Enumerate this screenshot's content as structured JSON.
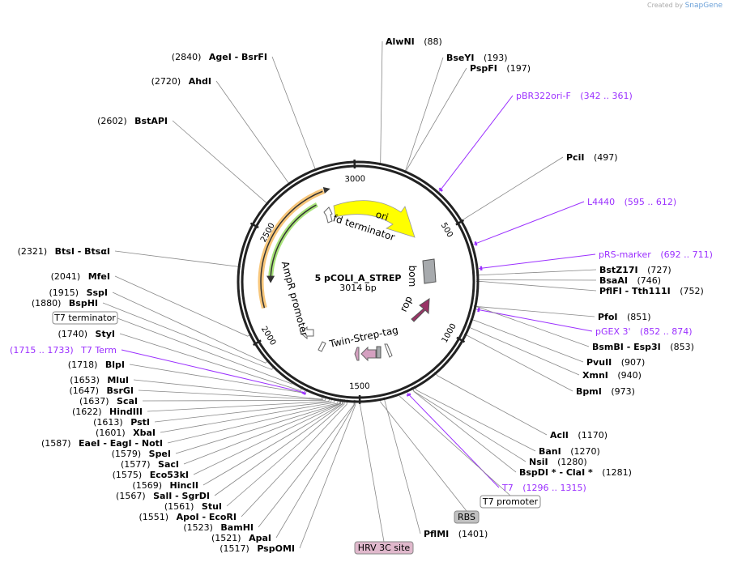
{
  "credit": {
    "prefix": "Created by",
    "brand": "SnapGene"
  },
  "plasmid": {
    "name": "5 pCOLI_A_STREP",
    "length_label": "3014 bp",
    "length": 3014
  },
  "ticks": [
    "500",
    "1000",
    "1500",
    "2000",
    "2500",
    "3000"
  ],
  "colors": {
    "ori": "#ffff00",
    "ampr": "#f7c67a",
    "ampr_inner": "#a8e37a",
    "bom": "#a7aaad",
    "rop": "#993366",
    "primer": "#9b30ff",
    "strep": "#d4a0c0"
  },
  "features": [
    {
      "name": "ori",
      "type": "rep_origin"
    },
    {
      "name": "fd terminator",
      "type": "terminator"
    },
    {
      "name": "AmpR promoter",
      "type": "promoter"
    },
    {
      "name": "bom",
      "type": "misc"
    },
    {
      "name": "rop",
      "type": "CDS"
    },
    {
      "name": "Twin-Strep-tag",
      "type": "tag"
    }
  ],
  "boxed_features": [
    {
      "name": "T7 terminator"
    },
    {
      "name": "T7 promoter"
    },
    {
      "name": "RBS"
    },
    {
      "name": "HRV 3C site"
    }
  ],
  "sites": [
    {
      "name": "AlwNI",
      "pos": "(88)",
      "bp": 88
    },
    {
      "name": "BseYI",
      "pos": "(193)",
      "bp": 193
    },
    {
      "name": "PspFI",
      "pos": "(197)",
      "bp": 197
    },
    {
      "name": "pBR322ori-F",
      "pos": "(342 .. 361)",
      "bp": 351,
      "primer": true
    },
    {
      "name": "PciI",
      "pos": "(497)",
      "bp": 497
    },
    {
      "name": "L4440",
      "pos": "(595 .. 612)",
      "bp": 603,
      "primer": true
    },
    {
      "name": "pRS-marker",
      "pos": "(692 .. 711)",
      "bp": 701,
      "primer": true
    },
    {
      "name": "BstZ17I",
      "pos": "(727)",
      "bp": 727
    },
    {
      "name": "BsaAI",
      "pos": "(746)",
      "bp": 746
    },
    {
      "name": "PflFI  - Tth111I",
      "pos": "(752)",
      "bp": 752
    },
    {
      "name": "PfoI",
      "pos": "(851)",
      "bp": 851
    },
    {
      "name": "pGEX 3'",
      "pos": "(852 .. 874)",
      "bp": 863,
      "primer": true
    },
    {
      "name": "BsmBI  - Esp3I",
      "pos": "(853)",
      "bp": 853
    },
    {
      "name": "PvuII",
      "pos": "(907)",
      "bp": 907
    },
    {
      "name": "XmnI",
      "pos": "(940)",
      "bp": 940
    },
    {
      "name": "BpmI",
      "pos": "(973)",
      "bp": 973
    },
    {
      "name": "AclI",
      "pos": "(1170)",
      "bp": 1170
    },
    {
      "name": "BanI",
      "pos": "(1270)",
      "bp": 1270
    },
    {
      "name": "NsiI",
      "pos": "(1280)",
      "bp": 1280
    },
    {
      "name": "BspDI *  - ClaI *",
      "pos": "(1281)",
      "bp": 1281
    },
    {
      "name": "T7",
      "pos": "(1296 .. 1315)",
      "bp": 1305,
      "primer": true
    },
    {
      "name": "PflMI",
      "pos": "(1401)",
      "bp": 1401
    },
    {
      "name": "PspOMI",
      "pos": "(1517)",
      "bp": 1517
    },
    {
      "name": "ApaI",
      "pos": "(1521)",
      "bp": 1521
    },
    {
      "name": "BamHI",
      "pos": "(1523)",
      "bp": 1523
    },
    {
      "name": "ApoI   - EcoRI",
      "pos": "(1551)",
      "bp": 1551
    },
    {
      "name": "StuI",
      "pos": "(1561)",
      "bp": 1561
    },
    {
      "name": "SalI   - SgrDI",
      "pos": "(1567)",
      "bp": 1567
    },
    {
      "name": "HincII",
      "pos": "(1569)",
      "bp": 1569
    },
    {
      "name": "Eco53kI",
      "pos": "(1575)",
      "bp": 1575
    },
    {
      "name": "SacI",
      "pos": "(1577)",
      "bp": 1577
    },
    {
      "name": "SpeI",
      "pos": "(1579)",
      "bp": 1579
    },
    {
      "name": "EaeI   - EagI   - NotI",
      "pos": "(1587)",
      "bp": 1587
    },
    {
      "name": "XbaI",
      "pos": "(1601)",
      "bp": 1601
    },
    {
      "name": "PstI",
      "pos": "(1613)",
      "bp": 1613
    },
    {
      "name": "HindIII",
      "pos": "(1622)",
      "bp": 1622
    },
    {
      "name": "ScaI",
      "pos": "(1637)",
      "bp": 1637
    },
    {
      "name": "BsrGI",
      "pos": "(1647)",
      "bp": 1647
    },
    {
      "name": "MluI",
      "pos": "(1653)",
      "bp": 1653
    },
    {
      "name": "BlpI",
      "pos": "(1718)",
      "bp": 1718
    },
    {
      "name": "T7 Term",
      "pos": "(1715 .. 1733)",
      "bp": 1724,
      "primer": true
    },
    {
      "name": "StyI",
      "pos": "(1740)",
      "bp": 1740
    },
    {
      "name": "BspHI",
      "pos": "(1880)",
      "bp": 1880
    },
    {
      "name": "SspI",
      "pos": "(1915)",
      "bp": 1915
    },
    {
      "name": "MfeI",
      "pos": "(2041)",
      "bp": 2041
    },
    {
      "name": "BtsI   - BtsαI",
      "pos": "(2321)",
      "bp": 2321
    },
    {
      "name": "BstAPI",
      "pos": "(2602)",
      "bp": 2602
    },
    {
      "name": "AhdI",
      "pos": "(2720)",
      "bp": 2720
    },
    {
      "name": "AgeI   - BsrFI",
      "pos": "(2840)",
      "bp": 2840
    }
  ]
}
